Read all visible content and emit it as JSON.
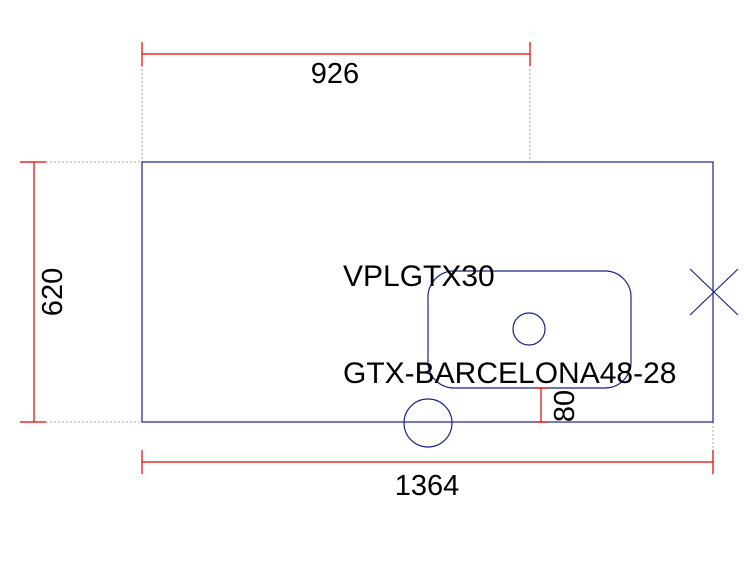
{
  "drawing": {
    "dimensions": {
      "top_width": "926",
      "height": "620",
      "bottom_width": "1364",
      "edge_offset": "80"
    },
    "labels": {
      "model_code": "VPLGTX30",
      "product_name": "GTX-BARCELONA48-28"
    }
  },
  "colors": {
    "outline": "#1a237e",
    "dimension_line": "#e00000",
    "extension_line": "#aaaaaa",
    "text": "#000000"
  }
}
